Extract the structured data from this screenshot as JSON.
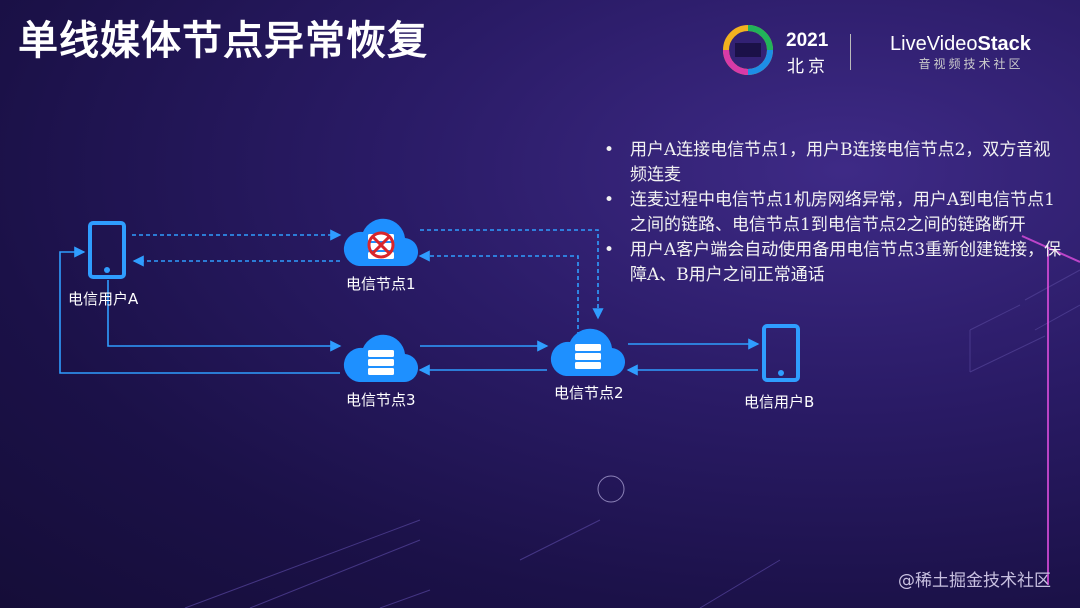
{
  "slide": {
    "title": "单线媒体节点异常恢复",
    "colors": {
      "accent": "#2f9dff",
      "background": "#24175c",
      "text": "#ffffff"
    }
  },
  "header": {
    "conference_year": "2021",
    "conference_city": "北京",
    "brand_light": "Live",
    "brand_mid": "Video",
    "brand_bold": "Stack",
    "brand_subtitle": "音视频技术社区"
  },
  "diagram": {
    "user_a": "电信用户A",
    "user_b": "电信用户B",
    "node1": "电信节点1",
    "node2": "电信节点2",
    "node3": "电信节点3",
    "node1_status": "failed"
  },
  "bullets": [
    "用户A连接电信节点1，用户B连接电信节点2，双方音视频连麦",
    "连麦过程中电信节点1机房网络异常，用户A到电信节点1之间的链路、电信节点1到电信节点2之间的链路断开",
    "用户A客户端会自动使用备用电信节点3重新创建链接，保障A、B用户之间正常通话"
  ],
  "watermark": "@稀土掘金技术社区"
}
